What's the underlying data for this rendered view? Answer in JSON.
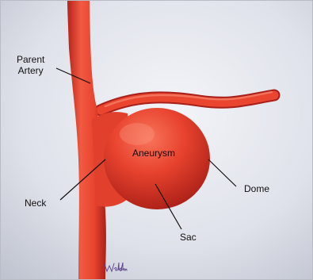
{
  "diagram": {
    "labels": {
      "parent_artery": "Parent\nArtery",
      "aneurysm": "Aneurysm",
      "dome": "Dome",
      "neck": "Neck",
      "sac": "Sac"
    },
    "signature": "Weldon"
  },
  "colors": {
    "vessel": "#e8432e",
    "vessel_dark": "#b5241a",
    "background_light": "#eef0f5",
    "background_shade": "#bfc3cf"
  }
}
